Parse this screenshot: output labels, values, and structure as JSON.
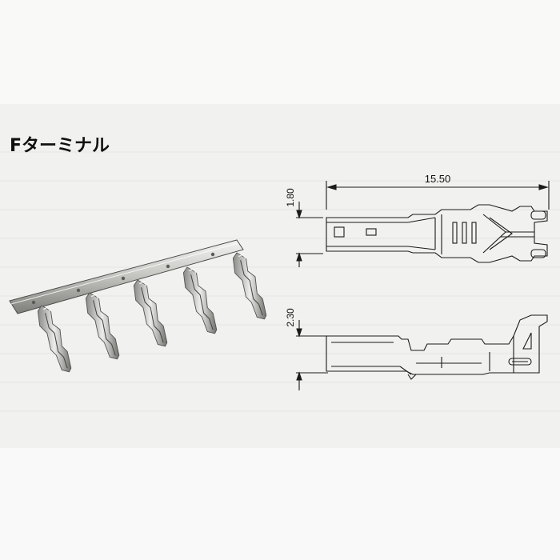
{
  "title": "Fターミナル",
  "dimensions": {
    "length": "15.50",
    "top_view_height": "1.80",
    "side_view_height": "2.30"
  },
  "colors": {
    "background": "#f2f2f0",
    "line": "#1a1a1a",
    "metal_light": "#e6e6e3",
    "metal_dark": "#6f6f6c"
  }
}
